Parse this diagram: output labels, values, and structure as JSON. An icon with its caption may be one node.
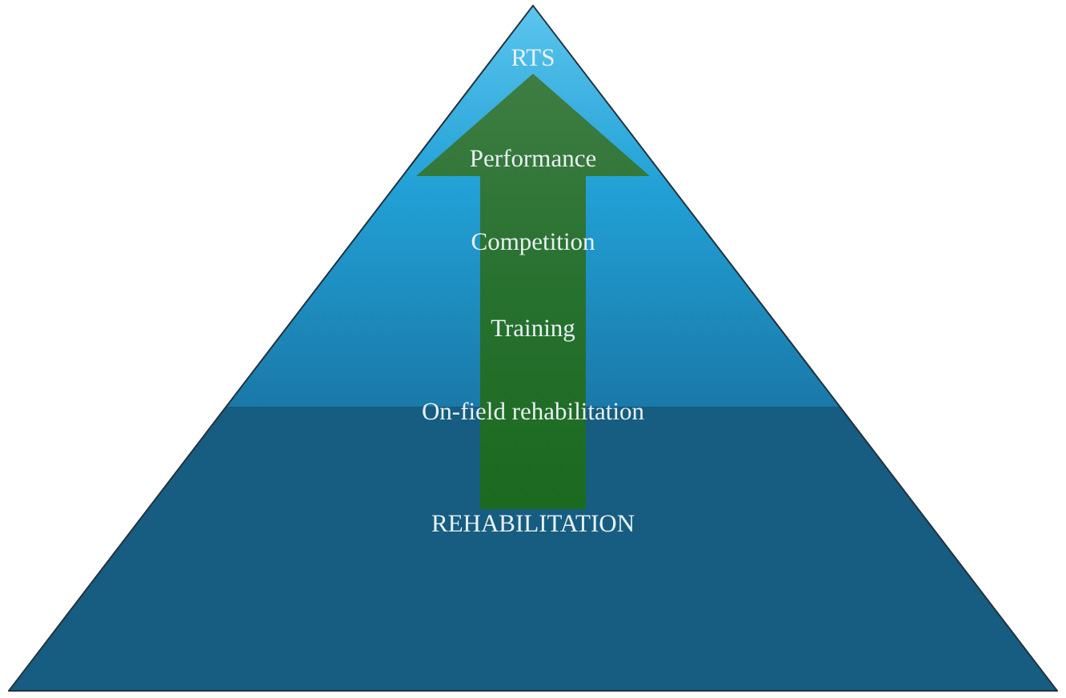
{
  "diagram": {
    "nodes": [
      {
        "text": [
          "RTS",
          "REHABILITATION"
        ]
      },
      {
        "text": [
          "Performance",
          "Competition",
          "Training",
          "On-field rehabilitation"
        ],
        "in": 0
      }
    ]
  }
}
